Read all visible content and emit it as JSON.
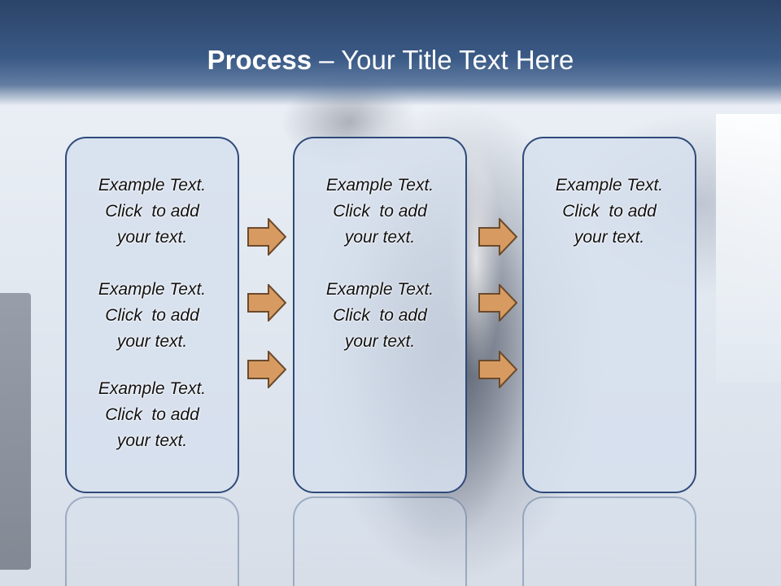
{
  "slide": {
    "title_strong": "Process",
    "title_rest": " – Your Title Text Here"
  },
  "colors": {
    "title_bar": "#2b4368",
    "box_fill": "#d6e0ee",
    "box_border": "#2f4a7a",
    "arrow_fill": "#d79b62",
    "arrow_stroke": "#6b4a2b"
  },
  "columns": [
    {
      "items": [
        {
          "line1": "Example Text.",
          "line2": "Click  to add",
          "line3": "your text."
        },
        {
          "line1": "Example Text.",
          "line2": "Click  to add",
          "line3": "your text."
        },
        {
          "line1": "Example Text.",
          "line2": "Click  to add",
          "line3": "your text."
        }
      ]
    },
    {
      "items": [
        {
          "line1": "Example Text.",
          "line2": "Click  to add",
          "line3": "your text."
        },
        {
          "line1": "Example Text.",
          "line2": "Click  to add",
          "line3": "your text."
        }
      ]
    },
    {
      "items": [
        {
          "line1": "Example Text.",
          "line2": "Click  to add",
          "line3": "your text."
        }
      ]
    }
  ],
  "arrow_icon": "right-arrow-icon"
}
